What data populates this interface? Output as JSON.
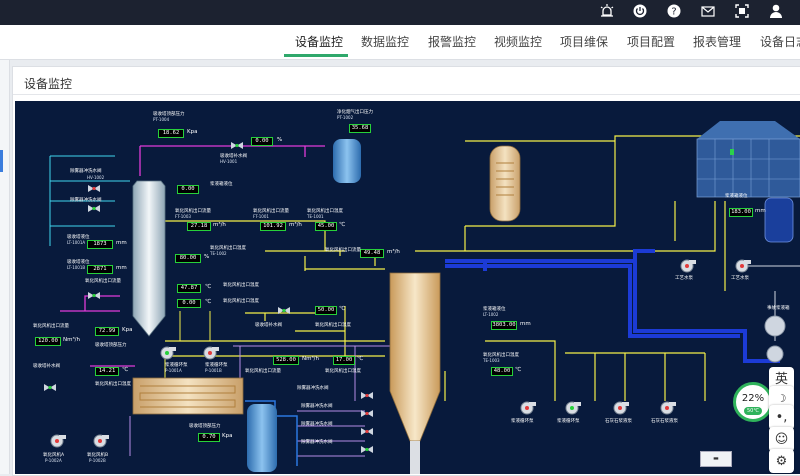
{
  "topbar": {
    "icons": [
      "alarm-icon",
      "power-icon",
      "help-icon",
      "mail-icon",
      "fullscreen-icon",
      "user-icon"
    ]
  },
  "nav": {
    "tabs": [
      "设备监控",
      "数据监控",
      "报警监控",
      "视频监控",
      "项目维保",
      "项目配置",
      "报表管理",
      "设备日志"
    ],
    "active": "设备监控"
  },
  "panel": {
    "title": "设备监控"
  },
  "diagram": {
    "units": {
      "kpa": "Kpa",
      "pct": "%",
      "m3h": "m³/h",
      "c": "℃",
      "mm": "mm",
      "nm3h": "Nm³/h"
    },
    "readouts": {
      "r1": "18.62",
      "r2": "0.00",
      "r3": "35.68",
      "r4": "0.00",
      "r5": "27.18",
      "r6": "101.92",
      "r7": "45.00",
      "r8": "49.48",
      "r9": "1873",
      "r10": "2871",
      "r11": "80.00",
      "r12": "47.87",
      "r13": "0.00",
      "r14": "50.00",
      "r15": "72.99",
      "r16": "120.00",
      "r17": "14.21",
      "r18": "528.00",
      "r19": "17.00",
      "r20": "3803.00",
      "r21": "48.00",
      "r22": "0.70",
      "r23": "183.00"
    },
    "labels": {
      "l1": "吸收塔液位",
      "l2": "吸收塔顶部压力",
      "l3": "吸收塔补水阀",
      "l4": "氧化风机出口流量",
      "l5": "氧化风机出口温度",
      "l6": "浆液循环泵",
      "l7": "净化烟气出口压力",
      "l8": "除雾器冲洗水阀",
      "l9": "浆液箱液位",
      "l10": "氧化风机A",
      "l11": "氧化风机B",
      "l12": "石灰石浆液泵",
      "l13": "工艺水泵",
      "l14": "事故浆液箱"
    },
    "tags": {
      "t1": "FT-1001",
      "t2": "PT-1004",
      "t3": "LT-1001A",
      "t4": "LT-1001B",
      "t5": "TE-1001",
      "t6": "FT-1003",
      "t7": "TE-1002",
      "t8": "PT-1002",
      "t9": "HV-1001",
      "t10": "HV-1002",
      "t11": "P-1001A",
      "t12": "P-1001B",
      "t13": "P-1002A",
      "t14": "P-1002B",
      "t15": "LT-1002",
      "t16": "TE-1003"
    }
  },
  "status": {
    "gauge_pct": "22%",
    "gauge_temp": "50℃",
    "ime": "英"
  },
  "side_buttons": [
    "ime-toggle",
    "moon-icon",
    "dot-comma",
    "smiley-icon",
    "gear-icon"
  ],
  "colors": {
    "canvas": "#081a3c",
    "readout_border": "#27d13a",
    "accent": "#2fa86b"
  }
}
